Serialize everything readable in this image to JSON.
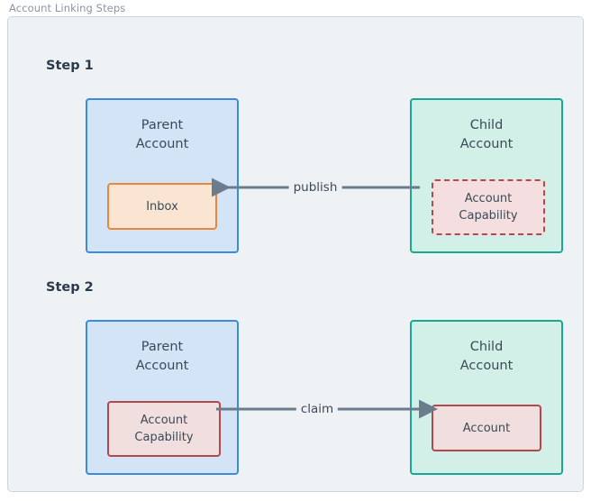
{
  "diagram": {
    "caption": "Account Linking Steps",
    "colors": {
      "canvas": "#eff2f5",
      "frame_border": "#cdd4dc",
      "parent_fill": "#d4e4f7",
      "parent_border": "#3d8bdd",
      "child_fill": "#d2f0e8",
      "child_border": "#17a994",
      "inbox_fill": "#fae5d3",
      "inbox_border": "#e8873c",
      "capability_fill": "#f5dedf",
      "capability_border": "#b5484c",
      "arrow": "#6b7c8d",
      "text": "#3b4a57",
      "heading": "#2b3a4a",
      "caption": "#8a95a3"
    },
    "steps": [
      {
        "label": "Step 1",
        "left_node": {
          "title": "Parent\nAccount",
          "type": "parent-account",
          "inner": {
            "label": "Inbox",
            "style": "solid-orange"
          }
        },
        "right_node": {
          "title": "Child\nAccount",
          "type": "child-account",
          "inner": {
            "label": "Account\nCapability",
            "style": "dashed-red"
          }
        },
        "edge": {
          "label": "publish",
          "direction": "right-to-left"
        }
      },
      {
        "label": "Step 2",
        "left_node": {
          "title": "Parent\nAccount",
          "type": "parent-account",
          "inner": {
            "label": "Account\nCapability",
            "style": "solid-red"
          }
        },
        "right_node": {
          "title": "Child\nAccount",
          "type": "child-account",
          "inner": {
            "label": "Account",
            "style": "solid-red"
          }
        },
        "edge": {
          "label": "claim",
          "direction": "left-to-right"
        }
      }
    ]
  }
}
